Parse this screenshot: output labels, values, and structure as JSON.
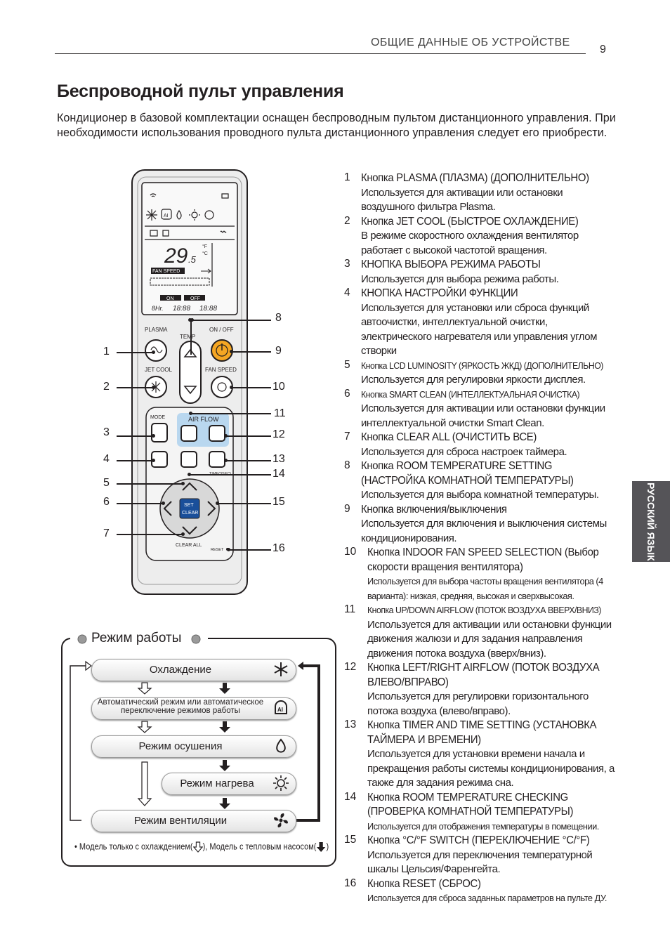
{
  "header": {
    "section": "ОБЩИЕ ДАННЫЕ ОБ УСТРОЙСТВЕ",
    "page": "9"
  },
  "title": "Беспроводной пульт управления",
  "intro": "Кондиционер в базовой комплектации оснащен беспроводным пультом дистанционного управления. При необходимости использования проводного пульта дистанционного управления следует его приобрести.",
  "side_tab": "РУССКИЙ ЯЗЫК",
  "remote": {
    "labels": {
      "plasma": "PLASMA",
      "temp": "TEMP",
      "on_off": "ON / OFF",
      "jet_cool": "JET COOL",
      "fan_speed": "FAN SPEED",
      "mode": "MODE",
      "air_flow": "AIR FLOW",
      "timer": "TIME(3SEC)",
      "set_clear_1": "SET",
      "set_clear_2": "CLEAR",
      "clear_all": "CLEAR ALL",
      "reset": "RESET",
      "fan_speed_lcd": "FAN SPEED",
      "lcd_temp": "29",
      "lcd_decimal": ".5",
      "lcd_f": "°F",
      "lcd_c": "°C",
      "lcd_on": "ON",
      "lcd_off": "OFF",
      "lcd_hr": "8Hr.",
      "lcd_time": "18:88"
    },
    "callouts": [
      "1",
      "2",
      "3",
      "4",
      "5",
      "6",
      "7",
      "8",
      "9",
      "10",
      "11",
      "12",
      "13",
      "14",
      "15",
      "16"
    ]
  },
  "features": [
    {
      "num": "1",
      "title": "Кнопка PLASMA (ПЛАЗМА) (ДОПОЛНИТЕЛЬНО)",
      "desc": "Используется для активации или остановки воздушного фильтра Plasma."
    },
    {
      "num": "2",
      "title": "Кнопка JET COOL (БЫСТРОЕ ОХЛАЖДЕНИЕ)",
      "desc": "В режиме скоростного охлаждения вентилятор работает с высокой частотой вращения."
    },
    {
      "num": "3",
      "title": "КНОПКА ВЫБОРА РЕЖИМА РАБОТЫ",
      "desc": "Используется для выбора режима работы."
    },
    {
      "num": "4",
      "title": "КНОПКА НАСТРОЙКИ ФУНКЦИИ",
      "desc": "Используется для установки или сброса функций автоочистки, интеллектуальной очистки, электрического нагревателя или управления углом створки"
    },
    {
      "num": "5",
      "title": "Кнопка LCD LUMINOSITY (ЯРКОСТЬ ЖКД) (ДОПОЛНИТЕЛЬНО)",
      "desc": "Используется для регулировки яркости дисплея."
    },
    {
      "num": "6",
      "title": "Кнопка SMART CLEAN (ИНТЕЛЛЕКТУАЛЬНАЯ ОЧИСТКА)",
      "desc": "Используется для активации или остановки функции интеллектуальной очистки Smart Clean."
    },
    {
      "num": "7",
      "title": "Кнопка CLEAR ALL (ОЧИСТИТЬ ВСЕ)",
      "desc": "Используется для сброса настроек таймера."
    },
    {
      "num": "8",
      "title": "Кнопка ROOM TEMPERATURE SETTING (НАСТРОЙКА КОМНАТНОЙ ТЕМПЕРАТУРЫ)",
      "desc": "Используется для выбора комнатной температуры."
    },
    {
      "num": "9",
      "title": "Кнопка включения/выключения",
      "desc": "Используется для включения и выключения системы кондиционирования."
    },
    {
      "num": "10",
      "title": "Кнопка INDOOR FAN SPEED SELECTION (Выбор скорости вращения вентилятора)",
      "desc": "Используется для выбора частоты вращения вентилятора (4 варианта): низкая, средняя, высокая и сверхвысокая."
    },
    {
      "num": "11",
      "title": "Кнопка UP/DOWN AIRFLOW (ПОТОК ВОЗДУХА ВВЕРХ/ВНИЗ)",
      "desc": "Используется для активации или остановки функции движения жалюзи и для задания направления движения потока воздуха (вверх/вниз)."
    },
    {
      "num": "12",
      "title": "Кнопка LEFT/RIGHT AIRFLOW (ПОТОК ВОЗДУХА ВЛЕВО/ВПРАВО)",
      "desc": "Используется для регулировки горизонтального потока воздуха (влево/вправо)."
    },
    {
      "num": "13",
      "title": "Кнопка TIMER AND TIME SETTING (УСТАНОВКА ТАЙМЕРА И ВРЕМЕНИ)",
      "desc": "Используется для установки времени начала и прекращения работы системы кондиционирования, а также для задания режима сна."
    },
    {
      "num": "14",
      "title": "Кнопка ROOM TEMPERATURE CHECKING (ПРОВЕРКА КОМНАТНОЙ ТЕМПЕРАТУРЫ)",
      "desc": "Используется для отображения температуры в помещении."
    },
    {
      "num": "15",
      "title": "Кнопка °C/°F SWITCH (ПЕРЕКЛЮЧЕНИЕ °C/°F)",
      "desc": "Используется для переключения температурной шкалы Цельсия/Фаренгейта."
    },
    {
      "num": "16",
      "title": "Кнопка RESET (СБРОС)",
      "desc": "Используется для сброса заданных параметров на пульте ДУ."
    }
  ],
  "modes": {
    "title": "Режим работы",
    "items": [
      "Охлаждение",
      "Автоматический режим или автоматическое переключение режимов работы",
      "Режим осушения",
      "Режим нагрева",
      "Режим вентиляции"
    ],
    "footnote_1": "• Модель только с охлаждением(",
    "footnote_2": "), Модель с тепловым насосом(",
    "footnote_3": ")"
  }
}
